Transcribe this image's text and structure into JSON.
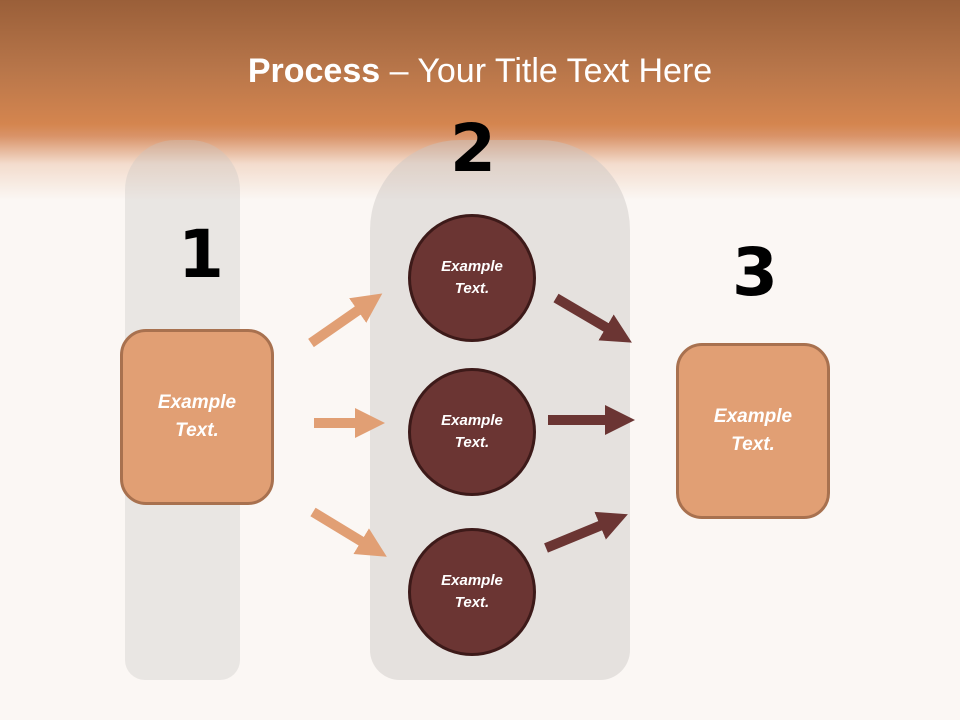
{
  "slide": {
    "title_bold": "Process",
    "title_rest": " – Your Title Text Here",
    "steps": [
      {
        "number": "1",
        "text": "Example Text."
      },
      {
        "number": "2",
        "items": [
          "Example Text.",
          "Example Text.",
          "Example Text."
        ]
      },
      {
        "number": "3",
        "text": "Example Text."
      }
    ],
    "colors": {
      "header": "#d4854f",
      "box_fill": "#e19f74",
      "box_border": "#a8714f",
      "circle_fill": "#6b3533",
      "arrow_light": "#e19f74",
      "arrow_dark": "#6b3533"
    }
  }
}
